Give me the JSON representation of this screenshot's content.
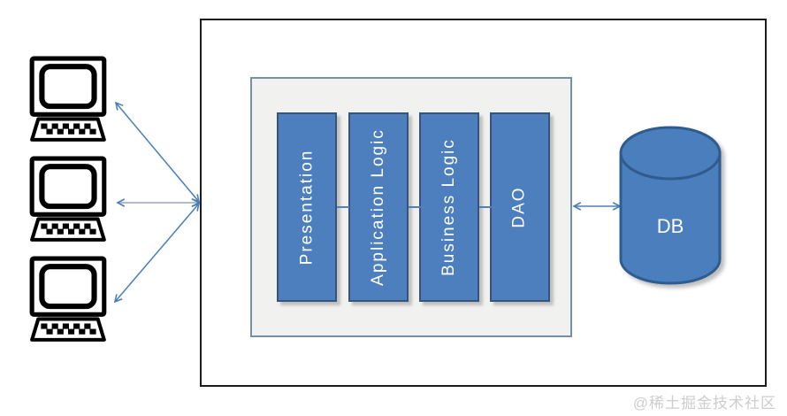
{
  "clients": {
    "count": 3,
    "icons": [
      "desktop-computer-icon",
      "desktop-computer-icon",
      "desktop-computer-icon"
    ]
  },
  "layers": [
    {
      "label": "Presentation"
    },
    {
      "label": "Application Logic"
    },
    {
      "label": "Business Logic"
    },
    {
      "label": "DAO"
    }
  ],
  "database": {
    "label": "DB"
  },
  "watermark": {
    "text": "@稀土掘金技术社区"
  },
  "colors": {
    "bar_fill": "#4d7ebd",
    "bar_border": "#35557a",
    "connector": "#4f81bd",
    "arrow_blue": "#4a7ebb",
    "arrow_gray": "#b4bcc6",
    "panel_bg": "#f1f1ef",
    "panel_border": "#7490ad",
    "outer_border": "#1c1c1c",
    "db_fill": "#4a7ebc",
    "db_border": "#2f5c8f",
    "watermark": "#cdcdcd"
  }
}
